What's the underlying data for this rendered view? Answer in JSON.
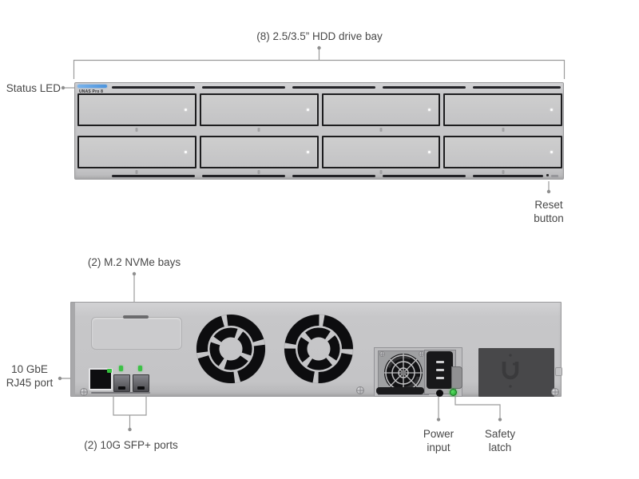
{
  "device": {
    "name": "UNAS Pro 8"
  },
  "colors": {
    "status_led_blue": "#4c94dd",
    "port_led_green": "#3cc146",
    "power_led_green": "#2ec437",
    "chassis_gray": "#c6c6c8"
  },
  "front": {
    "device_label": "UNAS Pro 8",
    "bay_count": 8,
    "callout_hdd_bays": "(8) 2.5/3.5” HDD drive bay",
    "callout_status_led": "Status LED",
    "callout_reset": "Reset\nbutton"
  },
  "rear": {
    "callout_nvme": "(2) M.2 NVMe bays",
    "callout_rj45": "10 GbE\nRJ45 port",
    "callout_sfp": "(2) 10G SFP+ ports",
    "callout_power": "Power\ninput",
    "callout_safety": "Safety\nlatch"
  }
}
